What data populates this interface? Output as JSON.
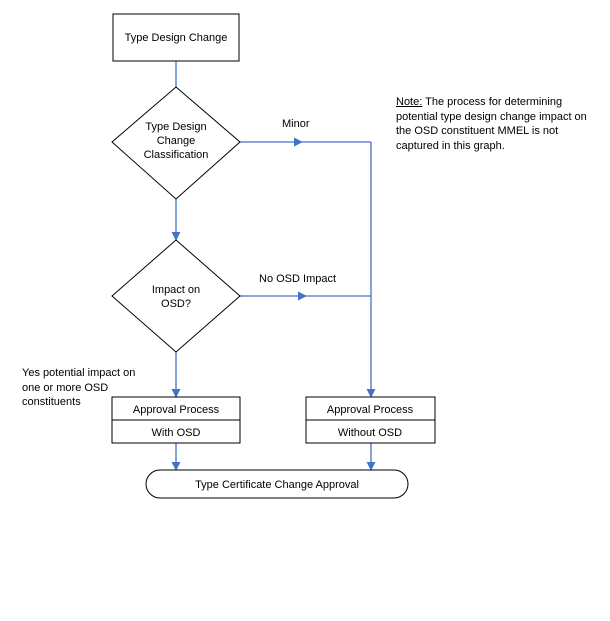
{
  "nodes": {
    "start": "Type Design Change",
    "classification": [
      "Type Design",
      "Change",
      "Classification"
    ],
    "impact": [
      "Impact on",
      "OSD?"
    ],
    "approval_with_title": "Approval Process",
    "approval_with_sub": "With OSD",
    "approval_without_title": "Approval Process",
    "approval_without_sub": "Without  OSD",
    "final": "Type Certificate Change Approval"
  },
  "edges": {
    "minor": "Minor",
    "no_osd": "No OSD Impact",
    "yes_impact": "Yes potential impact on one or more OSD constituents"
  },
  "note": {
    "label": "Note:",
    "text": " The process for determining potential type design change impact on the OSD constituent MMEL is not captured in this graph."
  },
  "colors": {
    "line": "#4472c4",
    "border": "#000000"
  }
}
